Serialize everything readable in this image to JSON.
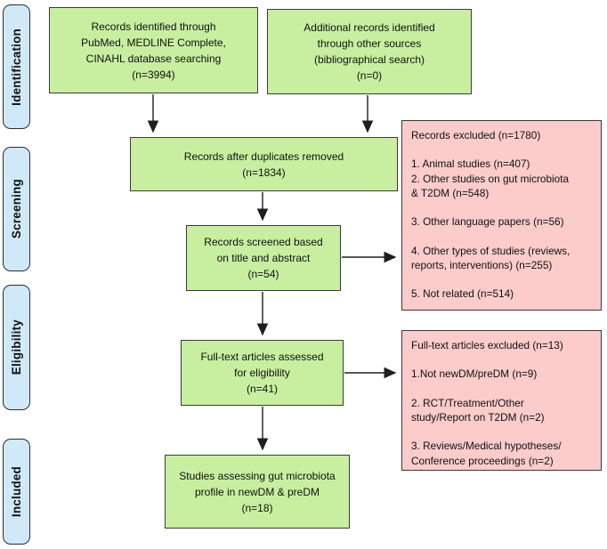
{
  "stages": [
    {
      "label": "Identification"
    },
    {
      "label": "Screening"
    },
    {
      "label": "Eligibility"
    },
    {
      "label": "Included"
    }
  ],
  "boxes": {
    "identified": "Records identified through\nPubMed, MEDLINE Complete,\nCINAHL database searching\n(n=3994)",
    "additional": "Additional records identified\nthrough other sources\n(bibliographical search)\n(n=0)",
    "duplicates_removed": "Records after duplicates removed\n(n=1834)",
    "screened": "Records screened based\non title and abstract\n(n=54)",
    "fulltext_assessed": "Full-text articles assessed\nfor eligibility\n(n=41)",
    "included_studies": "Studies assessing gut microbiota\nprofile in newDM & preDM\n(n=18)",
    "records_excluded": "Records excluded (n=1780)\n\n1. Animal studies (n=407)\n2. Other studies on gut microbiota\n& T2DM (n=548)\n\n3. Other language papers (n=56)\n\n4. Other types of studies (reviews,\nreports, interventions) (n=255)\n\n5. Not related (n=514)",
    "fulltext_excluded": "Full-text articles excluded (n=13)\n\n1.Not newDM/preDM (n=9)\n\n2. RCT/Treatment/Other\nstudy/Report on T2DM (n=2)\n\n3. Reviews/Medical hypotheses/\nConference proceedings (n=2)"
  },
  "colors": {
    "process_box_fill": "#c8efa0",
    "exclusion_box_fill": "#fccccb",
    "stage_label_fill": "#d0e9f8",
    "border": "#3a3a3a",
    "arrow": "#1f1f1f"
  }
}
